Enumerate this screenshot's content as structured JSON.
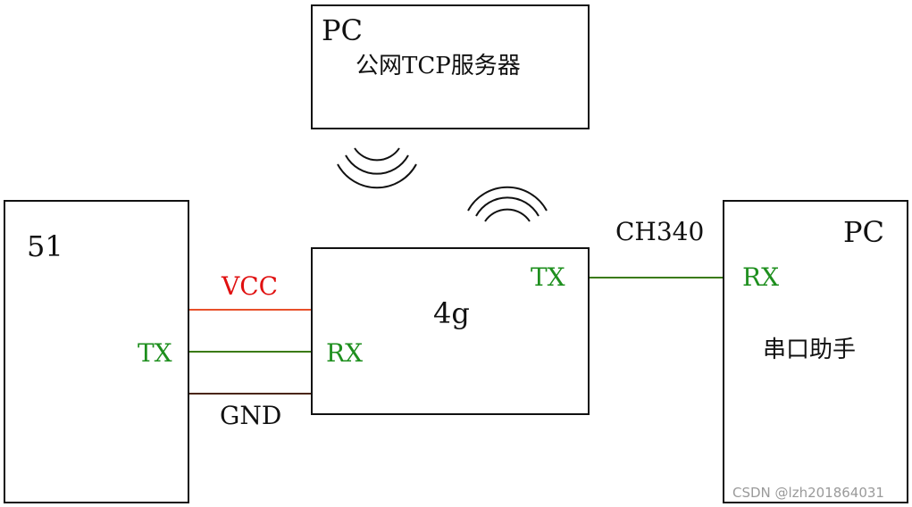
{
  "server": {
    "title": "PC",
    "subtitle": "公网TCP服务器"
  },
  "mcu": {
    "title": "51",
    "tx_label": "TX"
  },
  "module": {
    "title": "4g",
    "rx_label": "RX",
    "tx_label": "TX"
  },
  "pc_right": {
    "title": "PC",
    "rx_label": "RX",
    "subtitle": "串口助手"
  },
  "wires": {
    "vcc_label": "VCC",
    "gnd_label": "GND",
    "ch340_label": "CH340"
  },
  "colors": {
    "vcc": "#e8502a",
    "signal": "#3a7a10",
    "gnd": "#4a2510",
    "label_green": "#1e8f1e",
    "label_red": "#e01010"
  },
  "watermark": "CSDN @lzh201864031"
}
